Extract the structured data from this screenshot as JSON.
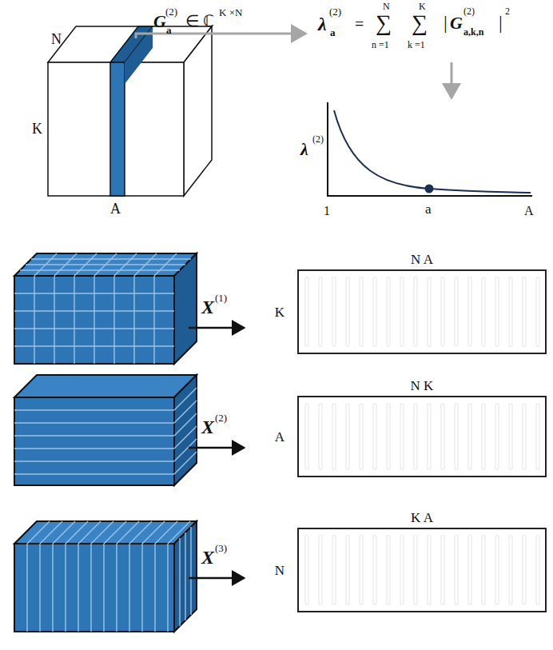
{
  "diagram": {
    "nodes": [
      {
        "text": [
          "N A",
          "K"
        ]
      },
      {
        "text": [
          "N K",
          "A"
        ]
      },
      {
        "text": [
          "K A",
          "N"
        ]
      }
    ],
    "labels": [
      "N",
      "K",
      "A",
      "G",
      "a",
      "(2)",
      "∈ ℂ",
      "K ×N",
      "λ",
      "a",
      "(2)",
      "=",
      "N",
      "∑",
      "n =1",
      "K",
      "∑",
      "k =1",
      "|",
      "G",
      "a,k,n",
      "(2)",
      "|",
      "2",
      "λ",
      "(2)",
      "1",
      "a",
      "A",
      "X",
      "(1)",
      "X",
      "(2)",
      "X",
      "(3)"
    ]
  }
}
